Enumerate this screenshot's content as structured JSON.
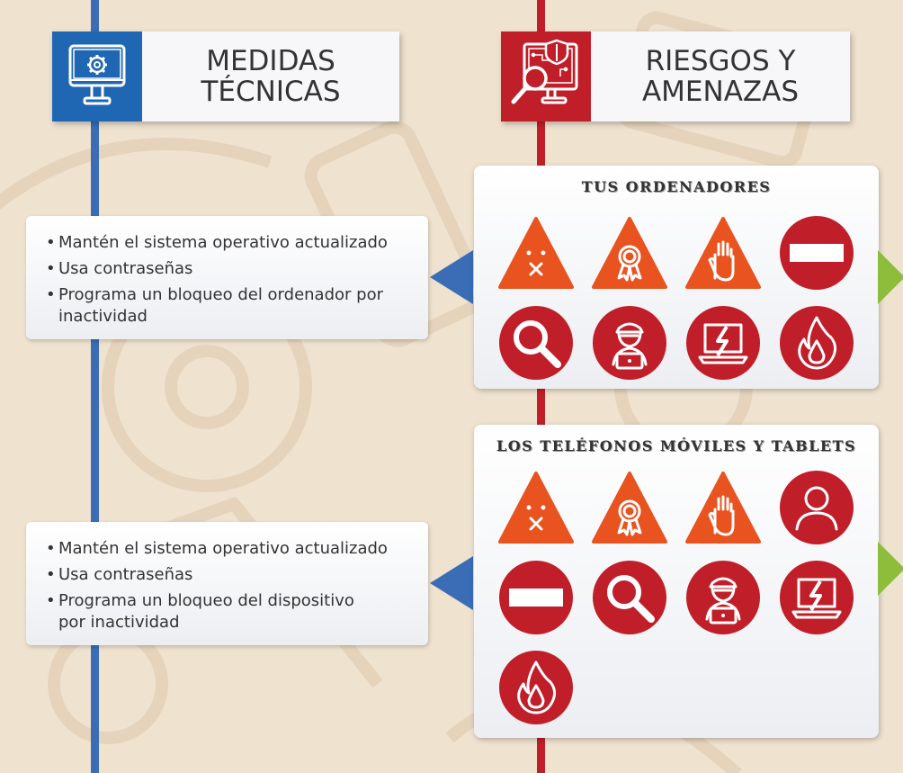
{
  "colors": {
    "background": "#efe2cf",
    "blue_line": "#3a6db5",
    "red_line": "#c01f2a",
    "blue_accent": "#1f66b3",
    "orange_warning": "#e8531f",
    "red_circle": "#c01f2a",
    "green_arrow": "#8dbd3a"
  },
  "left_header": {
    "title": "MEDIDAS\nTÉCNICAS",
    "icon": "monitor-gear-icon"
  },
  "right_header": {
    "title": "RIESGOS Y\nAMENAZAS",
    "icon": "monitor-shield-magnifier-icon"
  },
  "sections": [
    {
      "measures": [
        "Mantén el sistema operativo actualizado",
        "Usa contraseñas",
        "Programa un bloqueo del ordenador por inactividad"
      ],
      "risk_title": "TUS ORDENADORES",
      "risk_icons": [
        "dead-face-warning-icon",
        "award-warning-icon",
        "stop-hand-warning-icon",
        "no-entry-icon",
        "magnifier-icon",
        "hacker-icon",
        "broken-laptop-icon",
        "fire-icon"
      ]
    },
    {
      "measures": [
        "Mantén el sistema operativo actualizado",
        "Usa contraseñas",
        "Programa un bloqueo del dispositivo\npor inactividad"
      ],
      "risk_title": "LOS TELÉFONOS MÓVILES Y TABLETS",
      "risk_icons": [
        "dead-face-warning-icon",
        "award-warning-icon",
        "stop-hand-warning-icon",
        "user-icon",
        "no-entry-icon",
        "magnifier-icon",
        "hacker-icon",
        "broken-laptop-icon",
        "fire-icon"
      ]
    }
  ]
}
